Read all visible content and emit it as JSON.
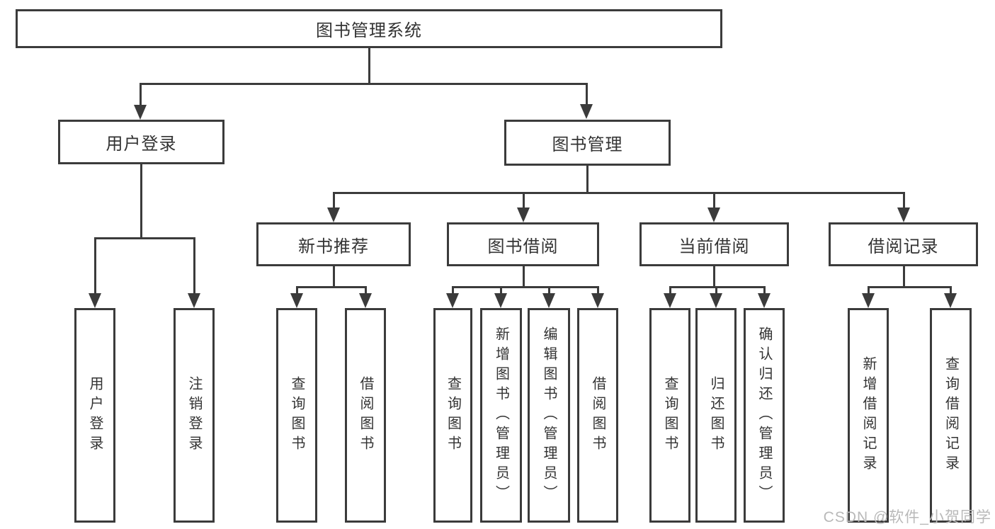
{
  "diagram": {
    "root": {
      "label": "图书管理系统"
    },
    "branches": [
      {
        "label": "用户登录",
        "children": [
          {
            "label": "用户登录"
          },
          {
            "label": "注销登录"
          }
        ]
      },
      {
        "label": "图书管理",
        "children": [
          {
            "label": "新书推荐",
            "children": [
              {
                "label": "查询图书"
              },
              {
                "label": "借阅图书"
              }
            ]
          },
          {
            "label": "图书借阅",
            "children": [
              {
                "label": "查询图书"
              },
              {
                "label": "新增图书（管理员）"
              },
              {
                "label": "编辑图书（管理员）"
              },
              {
                "label": "借阅图书"
              }
            ]
          },
          {
            "label": "当前借阅",
            "children": [
              {
                "label": "查询图书"
              },
              {
                "label": "归还图书"
              },
              {
                "label": "确认归还（管理员）"
              }
            ]
          },
          {
            "label": "借阅记录",
            "children": [
              {
                "label": "新增借阅记录"
              },
              {
                "label": "查询借阅记录"
              }
            ]
          }
        ]
      }
    ],
    "watermark": "CSDN @软件_小贺同学",
    "colors": {
      "line": "#3b3b3b",
      "text": "#333333",
      "background": "#ffffff",
      "watermark": "#b9b9b9"
    }
  }
}
